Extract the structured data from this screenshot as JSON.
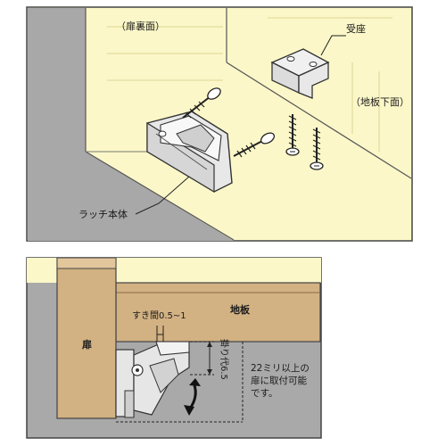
{
  "top_figure": {
    "door_back_label": "（扉裏面）",
    "strike_label": "受座",
    "shelf_bottom_label": "（地板下面）",
    "latch_body_label": "ラッチ本体"
  },
  "bottom_figure": {
    "door_label": "扉",
    "shelf_label": "地板",
    "clearance_label": "すき間0.5~1",
    "overlap_label": "掛り代6.5",
    "note_lines": [
      "22ミリ以上の",
      "扉に取付可能",
      "です。"
    ]
  },
  "colors": {
    "panel_yellow": "#fbf7c8",
    "shadow_gray": "#a9a9a9",
    "wood_tan": "#d2b183",
    "outline": "#3a3a3a",
    "metal": "#e6e6e6"
  }
}
